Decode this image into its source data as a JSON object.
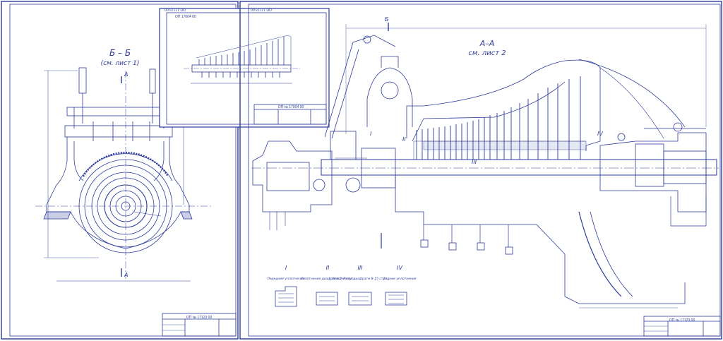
{
  "sheets": {
    "left_stamp": "ОП № 17123 00",
    "left_tab": "ОП 17123 00",
    "inset_stamp": "ОП № 17004 00",
    "inset_tab": "ОП 17004 00",
    "main_stamp": "ОП № 17123 00",
    "main_tab": "ОП 17123 00"
  },
  "section_b": {
    "title": "Б – Б",
    "subtitle": "(см. лист 1)",
    "cut_a": "A"
  },
  "section_a": {
    "title": "А–А",
    "subtitle": "см. лист 2",
    "cut_b": "Б"
  },
  "roman_labels": [
    "I",
    "II",
    "III",
    "IV"
  ],
  "details": [
    {
      "num": "I",
      "caption": "Передние уплотнения"
    },
    {
      "num": "II",
      "caption": "Уплотнение диафрагм 2-7 ступ."
    },
    {
      "num": "III",
      "caption": "Уплотнение диафрагм 8-15 ступ."
    },
    {
      "num": "IV",
      "caption": "Задние уплотнения"
    }
  ],
  "colors": {
    "ink": "#2a3a9c",
    "frame": "#3b4aa8",
    "paper": "#ffffff"
  }
}
